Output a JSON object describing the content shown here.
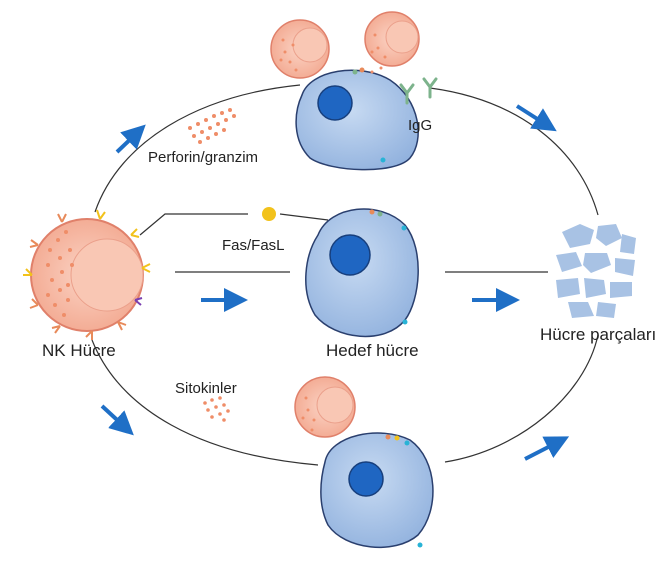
{
  "labels": {
    "nk_cell": "NK Hücre",
    "target_cell": "Hedef hücre",
    "debris": "Hücre parçaları",
    "perforin": "Perforin/granzim",
    "igg": "IgG",
    "fas": "Fas/FasL",
    "cytokines": "Sitokinler"
  },
  "colors": {
    "nk_fill": "#f6b5a0",
    "nk_stroke": "#e0806a",
    "target_fill": "#a9c3e6",
    "target_stroke": "#2a3f6e",
    "nucleus": "#1f66c2",
    "arrow": "#1f6fc6",
    "granule": "#ef8d68",
    "receptor": "#f2c21b",
    "antibody": "#7db38c",
    "debris": "#a8c2e4"
  }
}
